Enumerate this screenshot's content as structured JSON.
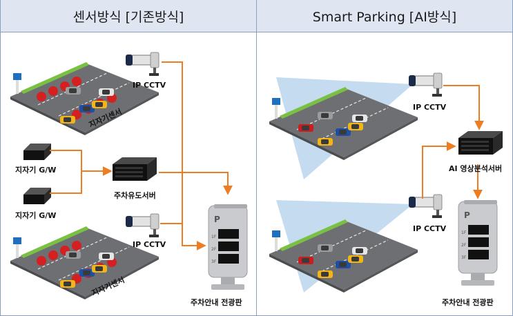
{
  "left_panel": {
    "title": "센서방식 [기존방식]",
    "labels": {
      "cctv_top": "IP CCTV",
      "cctv_bottom": "IP CCTV",
      "sensor_top": "지자기센서",
      "sensor_bottom": "지자기센서",
      "gw_top": "지자기 G/W",
      "gw_bottom": "지자기 G/W",
      "server": "주차유도서버",
      "board": "주차안내 전광판"
    }
  },
  "right_panel": {
    "title": "Smart Parking [AI방식]",
    "labels": {
      "cctv_top": "IP CCTV",
      "cctv_bottom": "IP CCTV",
      "server": "AI 영상분석서버",
      "board": "주차안내 전광판"
    }
  },
  "colors": {
    "header_bg": "#dfe6f2",
    "border": "#8a9fc0",
    "arrow": "#ee7d22",
    "lot_floor": "#6d6f72",
    "sensor_red": "#d42020",
    "green_stripe": "#7ac143",
    "camera_view": "#9ec3e6"
  },
  "board_text": {
    "logo": "P",
    "rows": [
      "1F",
      "2F",
      "3F"
    ]
  },
  "icons": [
    "cctv-camera-icon",
    "gateway-device-icon",
    "server-rack-icon",
    "parking-sign-icon"
  ]
}
